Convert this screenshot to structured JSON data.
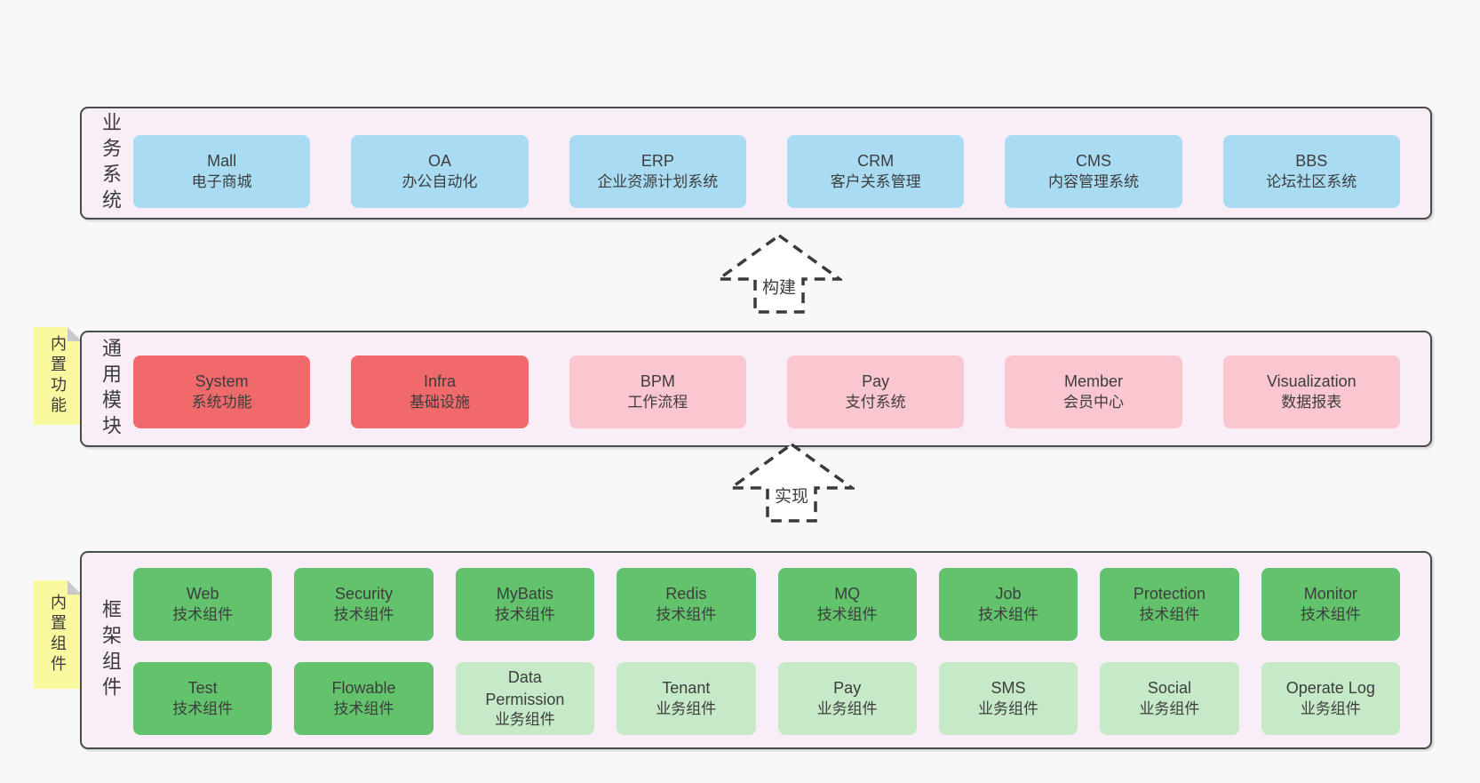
{
  "colors": {
    "page_bg": "#f8f8f8",
    "panel_bg": "#f9eef7",
    "panel_border": "#4a4a4a",
    "box_blue": "#a9dcf3",
    "box_red": "#f0696b",
    "box_pink": "#fac6d0",
    "box_green_dark": "#62c36c",
    "box_green_light": "#c6e9c7",
    "sticky_yellow": "#fbf99f",
    "sticky_fold": "#c9c9c9",
    "text": "#3d3d3d"
  },
  "layers": {
    "business": {
      "label": "业务系统",
      "boxes": [
        {
          "en": "Mall",
          "zh": "电子商城",
          "variant": "blue"
        },
        {
          "en": "OA",
          "zh": "办公自动化",
          "variant": "blue"
        },
        {
          "en": "ERP",
          "zh": "企业资源计划系统",
          "variant": "blue"
        },
        {
          "en": "CRM",
          "zh": "客户关系管理",
          "variant": "blue"
        },
        {
          "en": "CMS",
          "zh": "内容管理系统",
          "variant": "blue"
        },
        {
          "en": "BBS",
          "zh": "论坛社区系统",
          "variant": "blue"
        }
      ]
    },
    "modules": {
      "label": "通用模块",
      "sticky": "内置功能",
      "boxes": [
        {
          "en": "System",
          "zh": "系统功能",
          "variant": "red"
        },
        {
          "en": "Infra",
          "zh": "基础设施",
          "variant": "red"
        },
        {
          "en": "BPM",
          "zh": "工作流程",
          "variant": "pink"
        },
        {
          "en": "Pay",
          "zh": "支付系统",
          "variant": "pink"
        },
        {
          "en": "Member",
          "zh": "会员中心",
          "variant": "pink"
        },
        {
          "en": "Visualization",
          "zh": "数据报表",
          "variant": "pink"
        }
      ]
    },
    "framework": {
      "label": "框架组件",
      "sticky": "内置组件",
      "row1": [
        {
          "en": "Web",
          "zh": "技术组件",
          "variant": "green-dark"
        },
        {
          "en": "Security",
          "zh": "技术组件",
          "variant": "green-dark"
        },
        {
          "en": "MyBatis",
          "zh": "技术组件",
          "variant": "green-dark"
        },
        {
          "en": "Redis",
          "zh": "技术组件",
          "variant": "green-dark"
        },
        {
          "en": "MQ",
          "zh": "技术组件",
          "variant": "green-dark"
        },
        {
          "en": "Job",
          "zh": "技术组件",
          "variant": "green-dark"
        },
        {
          "en": "Protection",
          "zh": "技术组件",
          "variant": "green-dark"
        },
        {
          "en": "Monitor",
          "zh": "技术组件",
          "variant": "green-dark"
        }
      ],
      "row2": [
        {
          "en": "Test",
          "zh": "技术组件",
          "variant": "green-dark"
        },
        {
          "en": "Flowable",
          "zh": "技术组件",
          "variant": "green-dark"
        },
        {
          "en": "Data Permission",
          "zh": "业务组件",
          "variant": "green-light"
        },
        {
          "en": "Tenant",
          "zh": "业务组件",
          "variant": "green-light"
        },
        {
          "en": "Pay",
          "zh": "业务组件",
          "variant": "green-light"
        },
        {
          "en": "SMS",
          "zh": "业务组件",
          "variant": "green-light"
        },
        {
          "en": "Social",
          "zh": "业务组件",
          "variant": "green-light"
        },
        {
          "en": "Operate Log",
          "zh": "业务组件",
          "variant": "green-light"
        }
      ]
    }
  },
  "arrows": {
    "build": "构建",
    "implement": "实现"
  }
}
